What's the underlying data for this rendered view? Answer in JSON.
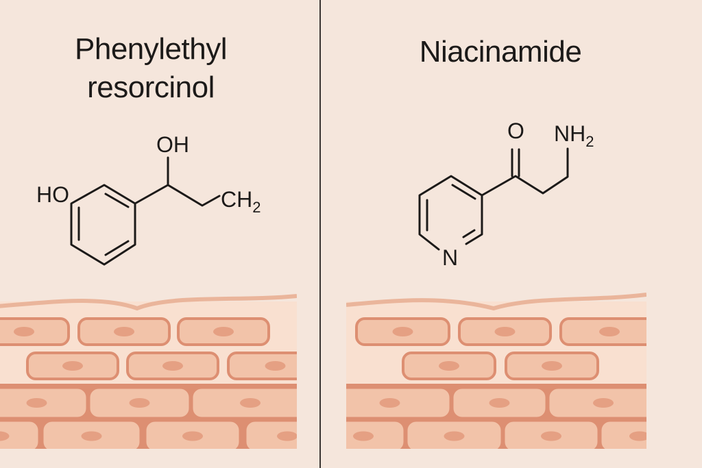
{
  "panels": [
    {
      "title_line1": "Phenylethyl",
      "title_line2": "resorcinol",
      "molecule_labels": {
        "hydroxyl_ring": "HO",
        "hydroxyl_chain": "OH",
        "terminal": "CH",
        "terminal_subscript": "2"
      }
    },
    {
      "title": "Niacinamide",
      "molecule_labels": {
        "oxygen": "O",
        "amine": "NH",
        "amine_subscript": "2",
        "ring_nitrogen": "N"
      }
    }
  ],
  "colors": {
    "background": "#f5e6dc",
    "skin_surface": "#f9e0d0",
    "cell_fill": "#f2c3a9",
    "cell_outline": "#dd8f72",
    "nucleus": "#e5a083",
    "divider": "#3a3533"
  }
}
